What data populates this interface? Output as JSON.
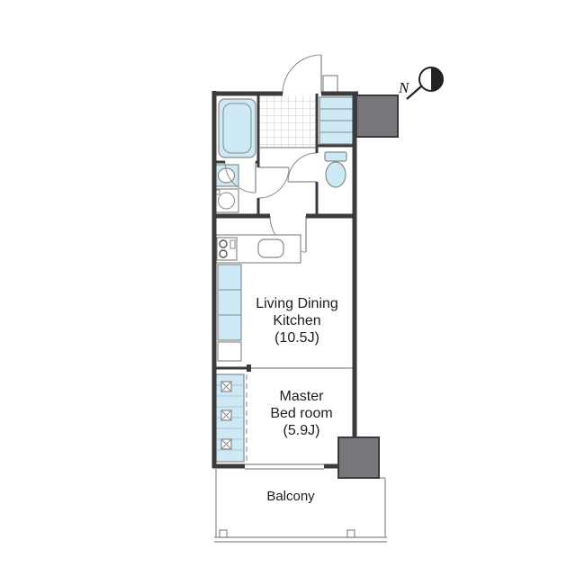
{
  "plan": {
    "rooms": {
      "ldk": {
        "line1": "Living Dining",
        "line2": "Kitchen",
        "size": "(10.5J)"
      },
      "master": {
        "line1": "Master",
        "line2": "Bed room",
        "size": "(5.9J)"
      },
      "balcony": {
        "name": "Balcony"
      }
    },
    "compass": {
      "north": "N"
    },
    "colors": {
      "wall": "#3b3b3e",
      "column": "#77777b",
      "fixture_fill": "#cde9f6",
      "line": "#8a8a8a"
    }
  }
}
